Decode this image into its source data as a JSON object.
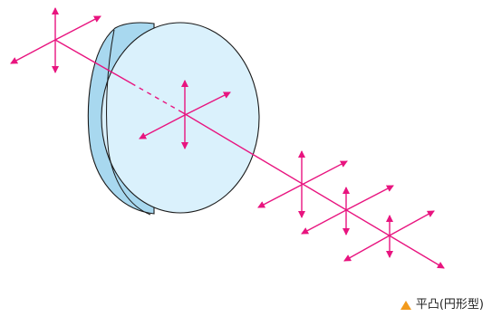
{
  "caption": {
    "marker_icon": "orange-triangle-icon",
    "text": "平凸(円形型)"
  },
  "colors": {
    "beam": "#e8147f",
    "lens_face": "#daf1fc",
    "lens_edge": "#a8d8ef",
    "lens_stroke": "#1a1a1a",
    "caption_marker": "#f29a1c"
  },
  "polarization_markers": [
    "polarization-cross-incoming",
    "polarization-cross-inside-lens",
    "polarization-cross-outgoing-1",
    "polarization-cross-outgoing-2",
    "polarization-cross-outgoing-3"
  ]
}
